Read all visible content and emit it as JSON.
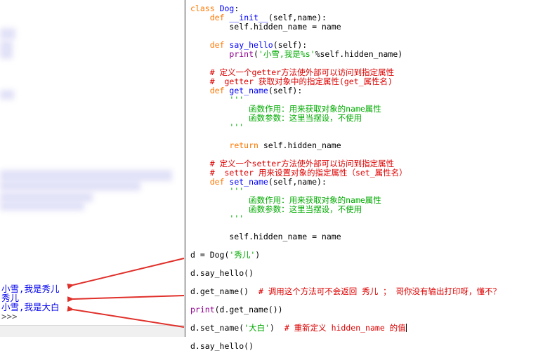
{
  "shell": {
    "output": [
      "小雪,我是秀儿",
      "秀儿",
      "小雪,我是大白"
    ],
    "prompt": ">>>"
  },
  "editor": {
    "lines": [
      [
        {
          "t": "class",
          "c": "kw"
        },
        {
          "t": " "
        },
        {
          "t": "Dog",
          "c": "def"
        },
        {
          "t": ":"
        }
      ],
      [
        {
          "t": "    "
        },
        {
          "t": "def",
          "c": "kw"
        },
        {
          "t": " "
        },
        {
          "t": "__init__",
          "c": "def"
        },
        {
          "t": "(self,name):"
        }
      ],
      [
        {
          "t": "        self.hidden_name = name"
        }
      ],
      [
        {
          "t": ""
        }
      ],
      [
        {
          "t": "    "
        },
        {
          "t": "def",
          "c": "kw"
        },
        {
          "t": " "
        },
        {
          "t": "say_hello",
          "c": "def"
        },
        {
          "t": "(self):"
        }
      ],
      [
        {
          "t": "        "
        },
        {
          "t": "print",
          "c": "bi"
        },
        {
          "t": "("
        },
        {
          "t": "'小雪,我是%s'",
          "c": "str"
        },
        {
          "t": "%self.hidden_name)"
        }
      ],
      [
        {
          "t": ""
        }
      ],
      [
        {
          "t": "    "
        },
        {
          "t": "# 定义一个getter方法使外部可以访问到指定属性",
          "c": "cm"
        }
      ],
      [
        {
          "t": "    "
        },
        {
          "t": "#  getter 获取对象中的指定属性(get_属性名)",
          "c": "cm"
        }
      ],
      [
        {
          "t": "    "
        },
        {
          "t": "def",
          "c": "kw"
        },
        {
          "t": " "
        },
        {
          "t": "get_name",
          "c": "def"
        },
        {
          "t": "(self):"
        }
      ],
      [
        {
          "t": "        "
        },
        {
          "t": "'''",
          "c": "str"
        }
      ],
      [
        {
          "t": "            "
        },
        {
          "t": "函数作用：用来获取对象的name属性",
          "c": "str"
        }
      ],
      [
        {
          "t": "            "
        },
        {
          "t": "函数参数：这里当摆设，不使用",
          "c": "str"
        }
      ],
      [
        {
          "t": "        "
        },
        {
          "t": "'''",
          "c": "str"
        }
      ],
      [
        {
          "t": ""
        }
      ],
      [
        {
          "t": "        "
        },
        {
          "t": "return",
          "c": "kw"
        },
        {
          "t": " self.hidden_name"
        }
      ],
      [
        {
          "t": ""
        }
      ],
      [
        {
          "t": "    "
        },
        {
          "t": "# 定义一个setter方法使外部可以访问到指定属性",
          "c": "cm"
        }
      ],
      [
        {
          "t": "    "
        },
        {
          "t": "#  setter 用来设置对象的指定属性（set_属性名）",
          "c": "cm"
        }
      ],
      [
        {
          "t": "    "
        },
        {
          "t": "def",
          "c": "kw"
        },
        {
          "t": " "
        },
        {
          "t": "set_name",
          "c": "def"
        },
        {
          "t": "(self,name):"
        }
      ],
      [
        {
          "t": "        "
        },
        {
          "t": "'''",
          "c": "str"
        }
      ],
      [
        {
          "t": "            "
        },
        {
          "t": "函数作用：用来获取对象的name属性",
          "c": "str"
        }
      ],
      [
        {
          "t": "            "
        },
        {
          "t": "函数参数：这里当摆设，不使用",
          "c": "str"
        }
      ],
      [
        {
          "t": "        "
        },
        {
          "t": "'''",
          "c": "str"
        }
      ],
      [
        {
          "t": ""
        }
      ],
      [
        {
          "t": "        self.hidden_name = name"
        }
      ],
      [
        {
          "t": ""
        }
      ],
      [
        {
          "t": "d = Dog("
        },
        {
          "t": "'秀儿'",
          "c": "str"
        },
        {
          "t": ")"
        }
      ],
      [
        {
          "t": ""
        }
      ],
      [
        {
          "t": "d.say_hello()"
        }
      ],
      [
        {
          "t": ""
        }
      ],
      [
        {
          "t": "d.get_name()  "
        },
        {
          "t": "# 调用这个方法可不会返回 秀儿 ； 哥你没有输出打印呀，懂不？",
          "c": "cm"
        }
      ],
      [
        {
          "t": ""
        }
      ],
      [
        {
          "t": "print",
          "c": "bi"
        },
        {
          "t": "(d.get_name())"
        }
      ],
      [
        {
          "t": ""
        }
      ],
      [
        {
          "t": "d.set_name("
        },
        {
          "t": "'大白'",
          "c": "str"
        },
        {
          "t": ")  "
        },
        {
          "t": "# 重新定义 hidden_name 的值",
          "c": "cm"
        }
      ],
      [
        {
          "t": ""
        }
      ],
      [
        {
          "t": "d.say_hello()"
        }
      ]
    ]
  },
  "colors": {
    "keyword": "#ff7700",
    "builtin": "#900090",
    "definition": "#0000ff",
    "string": "#00aa00",
    "comment": "#dd0000",
    "shell_output": "#0000ee",
    "arrow": "#e0302a"
  }
}
